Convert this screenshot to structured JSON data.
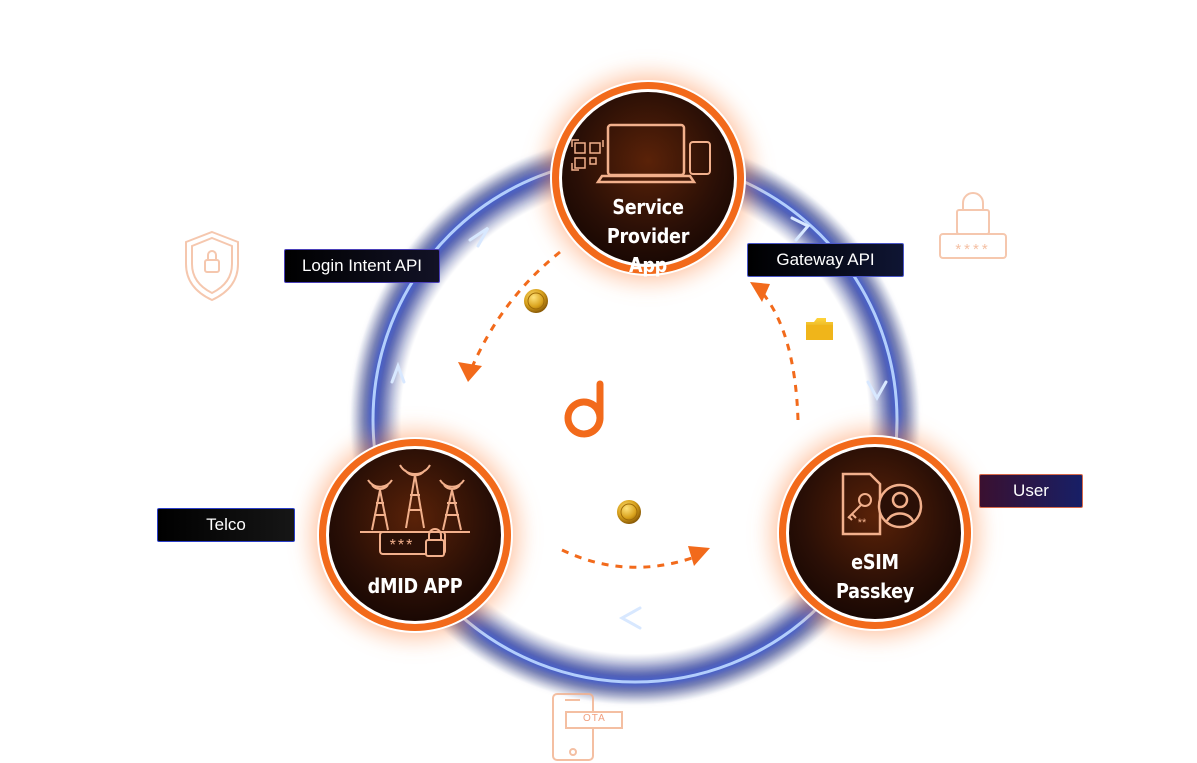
{
  "nodes": {
    "service_provider": {
      "line1": "Service Provider",
      "line2": "App"
    },
    "dmid": {
      "line1": "dMID APP"
    },
    "esim": {
      "line1": "eSIM",
      "line2": "Passkey"
    }
  },
  "tags": {
    "login_intent": "Login Intent API",
    "gateway": "Gateway API",
    "user": "User",
    "telco": "Telco"
  },
  "labels": {
    "ota": "OTA",
    "pin": "***",
    "password": "****",
    "card_stars": "**"
  },
  "colors": {
    "accent_orange": "#f26a1b",
    "node_fill": "#2a0f06",
    "ring_blue": "#7fb4ff",
    "coin_gold": "#d9a21c"
  },
  "icons": {
    "center": "dmid-logo-icon",
    "service_provider": [
      "qr-code-icon",
      "laptop-icon",
      "phone-icon"
    ],
    "dmid": [
      "cell-tower-icon",
      "lock-icon"
    ],
    "esim": [
      "sim-card-icon",
      "key-icon",
      "user-icon"
    ]
  }
}
